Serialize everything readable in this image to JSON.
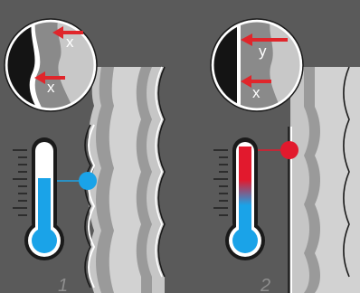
{
  "colors": {
    "background": "#5a5a5a",
    "sample_light": "#d4d4d4",
    "sample_dark": "#8a8a8a",
    "arrow": "#e0262b",
    "cold_marker": "#1aa3e8",
    "hot_marker": "#e2192d"
  },
  "icons": {
    "thermometer_cold": "thermometer-icon",
    "thermometer_hot": "thermometer-icon",
    "magnifier": "magnifier-circle"
  },
  "panels": [
    {
      "number": "1",
      "thermometer_level": "low",
      "marker_color": "cold",
      "edge": "wavy",
      "arrows": [
        {
          "label": "x"
        },
        {
          "label": "x"
        }
      ]
    },
    {
      "number": "2",
      "thermometer_level": "high",
      "marker_color": "hot",
      "edge": "straight",
      "arrows": [
        {
          "label": "y"
        },
        {
          "label": "x"
        }
      ]
    }
  ]
}
